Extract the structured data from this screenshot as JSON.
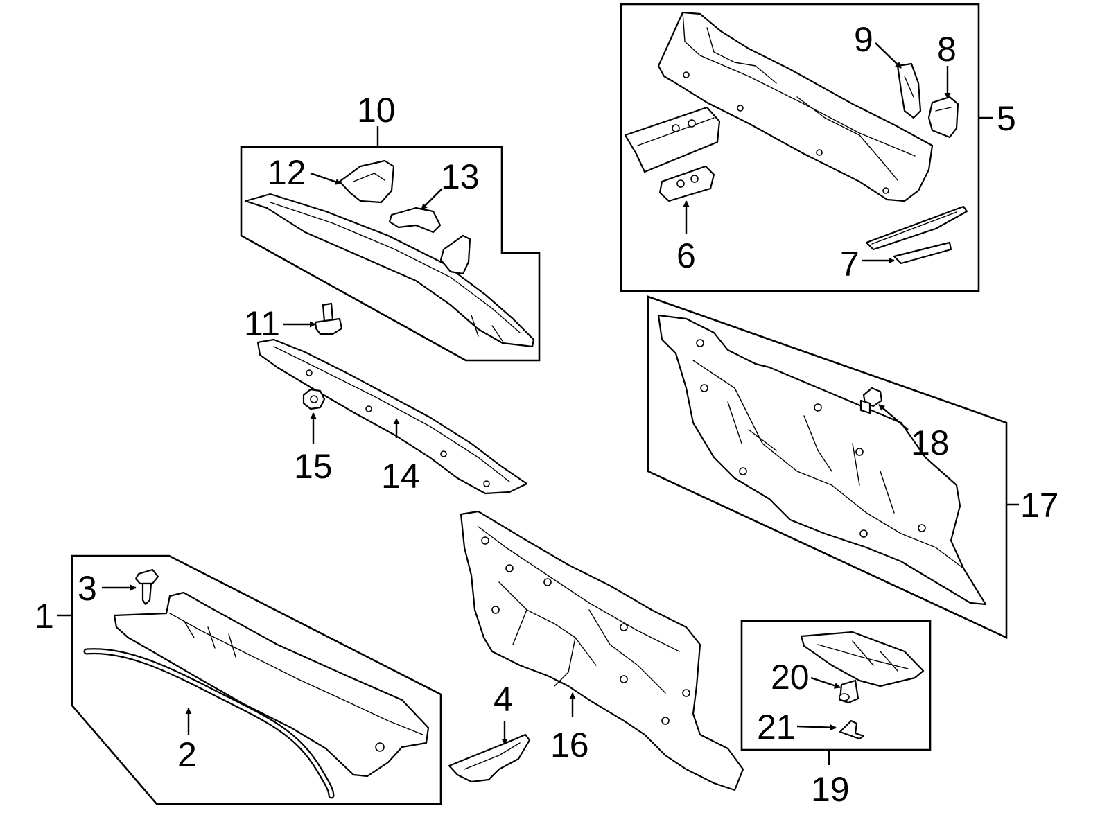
{
  "callouts": {
    "c1": "1",
    "c2": "2",
    "c3": "3",
    "c4": "4",
    "c5": "5",
    "c6": "6",
    "c7": "7",
    "c8": "8",
    "c9": "9",
    "c10": "10",
    "c11": "11",
    "c12": "12",
    "c13": "13",
    "c14": "14",
    "c15": "15",
    "c16": "16",
    "c17": "17",
    "c18": "18",
    "c19": "19",
    "c20": "20",
    "c21": "21"
  },
  "colors": {
    "ink": "#000000",
    "paper": "#ffffff"
  }
}
